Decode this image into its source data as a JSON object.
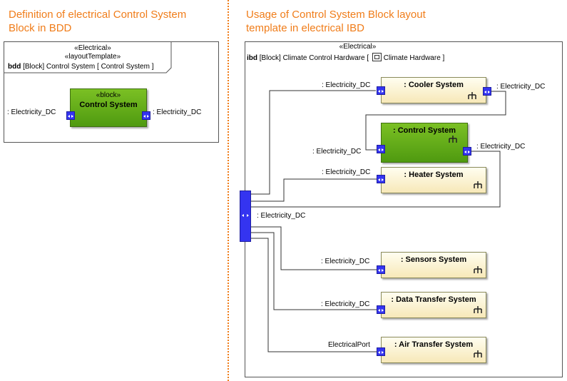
{
  "headings": {
    "left": [
      "Definition of electrical Control System",
      "Block in BDD"
    ],
    "right": [
      "Usage of Control System Block layout",
      "template in electrical IBD"
    ]
  },
  "bdd": {
    "stereotypes": [
      "«Electrical»",
      "«layoutTemplate»"
    ],
    "kind": "bdd",
    "header_rest": " [Block]  Control System [  Control System ]",
    "block": {
      "stereotype": "«block»",
      "name": "Control System"
    },
    "port_left_label": ": Electricity_DC",
    "port_right_label": ": Electricity_DC"
  },
  "ibd": {
    "stereotype": "«Electrical»",
    "kind": "ibd",
    "header_rest": " [Block]  Climate Control Hardware [",
    "header_ref": " Climate Hardware  ]",
    "bus_label": ": Electricity_DC",
    "parts": [
      {
        "name": ": Cooler System",
        "left_port": ": Electricity_DC",
        "right_port": ": Electricity_DC"
      },
      {
        "name": ": Control System",
        "left_port": ": Electricity_DC",
        "right_port": ": Electricity_DC"
      },
      {
        "name": ": Heater System",
        "left_port": ": Electricity_DC"
      },
      {
        "name": ": Sensors System",
        "left_port": ": Electricity_DC"
      },
      {
        "name": ": Data Transfer System",
        "left_port": ": Electricity_DC"
      },
      {
        "name": ": Air Transfer System",
        "left_port": "ElectricalPort"
      }
    ]
  },
  "colors": {
    "heading": "#f07d1a",
    "port": "#3434f0",
    "green_block": "#5aa416",
    "part_fill": "#fdf3cf"
  }
}
